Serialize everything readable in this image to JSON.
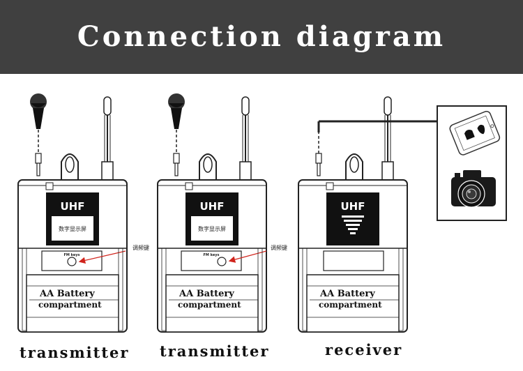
{
  "title": "Connection diagram",
  "colors": {
    "header": "#404040",
    "title": "#ffffff",
    "line": "#222222",
    "arrow": "#d0241c"
  },
  "units": [
    {
      "caption": "transmitter",
      "type": "transmitter",
      "screen": "UHF",
      "screen_sub": "数字显示屏",
      "fm_label": "FM keys",
      "fm_callout": "调频键",
      "battery_1": "AA Battery",
      "battery_2": "compartment",
      "input_icon": "microphone-icon"
    },
    {
      "caption": "transmitter",
      "type": "transmitter",
      "screen": "UHF",
      "screen_sub": "数字显示屏",
      "fm_label": "FM keys",
      "fm_callout": "调频键",
      "battery_1": "AA Battery",
      "battery_2": "compartment",
      "input_icon": "microphone-icon"
    },
    {
      "caption": "receiver",
      "type": "receiver",
      "screen": "UHF",
      "battery_1": "AA Battery",
      "battery_2": "compartment",
      "outputs": [
        "phone-icon",
        "camera-icon"
      ]
    }
  ]
}
